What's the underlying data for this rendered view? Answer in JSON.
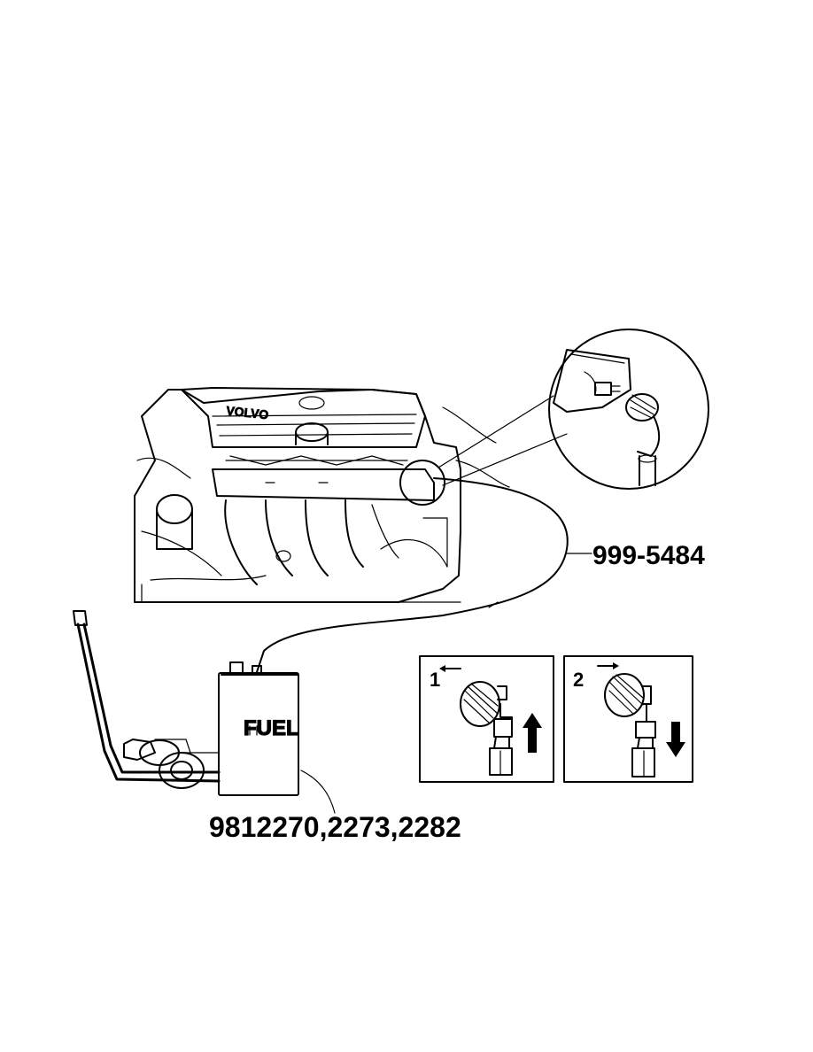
{
  "labels": {
    "tool_hose": "999-5484",
    "tool_tank": "9812270,2273,2282",
    "tank_text": "FUEL",
    "engine_brand": "VOLVO",
    "step1_number": "1",
    "step2_number": "2"
  },
  "icons": {
    "step1_slide_arrow": "arrow-left",
    "step1_move_arrow": "arrow-up",
    "step2_slide_arrow": "arrow-right",
    "step2_move_arrow": "arrow-down"
  }
}
